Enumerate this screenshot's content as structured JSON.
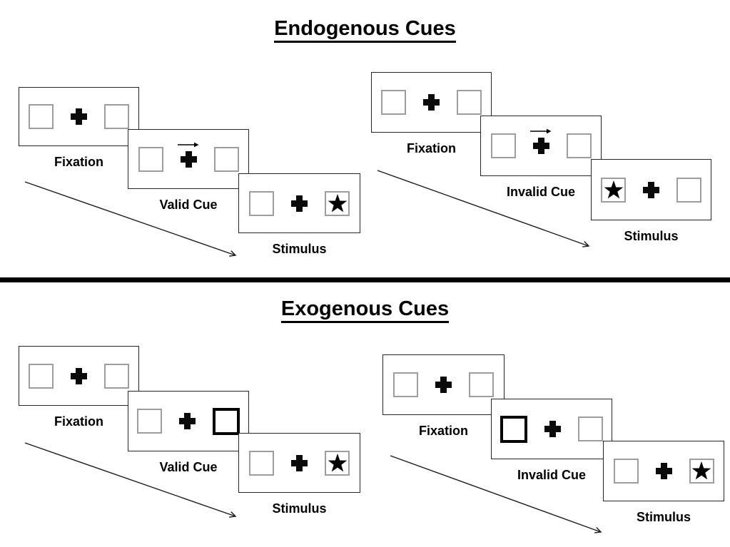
{
  "colors": {
    "ink": "#000000",
    "panel_border": "#262626",
    "box_border": "#9d9d9d",
    "highlight_border": "#000000",
    "divider": "#000000"
  },
  "icons": {
    "fixation_cross": "+",
    "cue_arrow": "→",
    "target_star": "★"
  },
  "sections": [
    {
      "title": "Endogenous Cues",
      "sequences": [
        {
          "name": "valid",
          "cue_style": "arrow-right",
          "star_side": "right",
          "panels": [
            {
              "label": "Fixation"
            },
            {
              "label": "Valid Cue"
            },
            {
              "label": "Stimulus"
            }
          ]
        },
        {
          "name": "invalid",
          "cue_style": "arrow-right",
          "star_side": "left",
          "panels": [
            {
              "label": "Fixation"
            },
            {
              "label": "Invalid Cue"
            },
            {
              "label": "Stimulus"
            }
          ]
        }
      ]
    },
    {
      "title": "Exogenous Cues",
      "sequences": [
        {
          "name": "valid",
          "cue_style": "highlight-right-box",
          "star_side": "right",
          "panels": [
            {
              "label": "Fixation"
            },
            {
              "label": "Valid Cue"
            },
            {
              "label": "Stimulus"
            }
          ]
        },
        {
          "name": "invalid",
          "cue_style": "highlight-left-box",
          "star_side": "right",
          "panels": [
            {
              "label": "Fixation"
            },
            {
              "label": "Invalid Cue"
            },
            {
              "label": "Stimulus"
            }
          ]
        }
      ]
    }
  ]
}
